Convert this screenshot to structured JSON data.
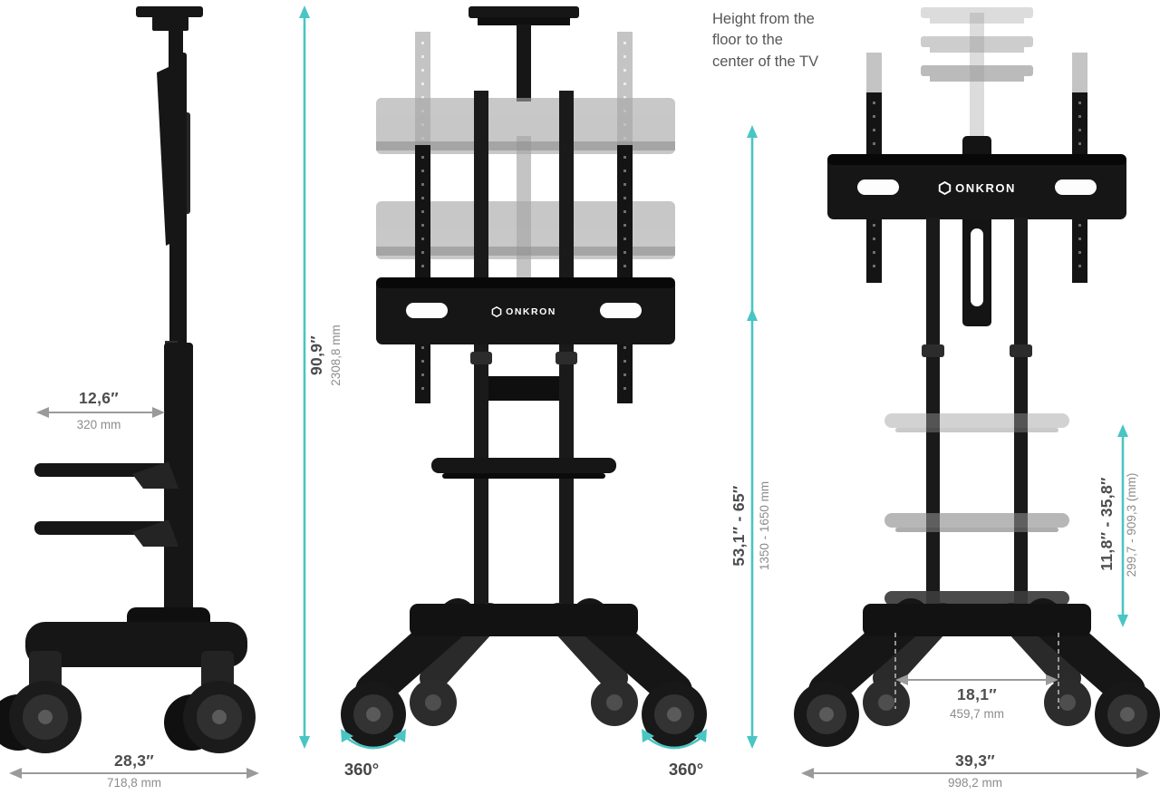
{
  "colors": {
    "accent": "#49c5c3",
    "dim_line": "#9a9a9a",
    "dim_text": "#4d4d4d",
    "dim_subtext": "#8c8c8c"
  },
  "brand": {
    "name": "ONKRON"
  },
  "note": {
    "text": "Height from the floor to the center of the TV"
  },
  "dimensions": {
    "shelf_width": {
      "inches": "12,6″",
      "mm": "320 mm"
    },
    "base_depth": {
      "inches": "28,3″",
      "mm": "718,8 mm"
    },
    "total_height": {
      "inches": "90,9″",
      "mm": "2308,8 mm"
    },
    "tv_center_height": {
      "inches": "53,1″ - 65″",
      "mm": "1350 - 1650 mm"
    },
    "shelf_height_range": {
      "inches": "11,8″ - 35,8″",
      "mm": "299,7 - 909,3 (mm)"
    },
    "inner_width": {
      "inches": "18,1″",
      "mm": "459,7 mm"
    },
    "base_width": {
      "inches": "39,3″",
      "mm": "998,2 mm"
    },
    "caster_rotation_left": "360°",
    "caster_rotation_right": "360°"
  }
}
